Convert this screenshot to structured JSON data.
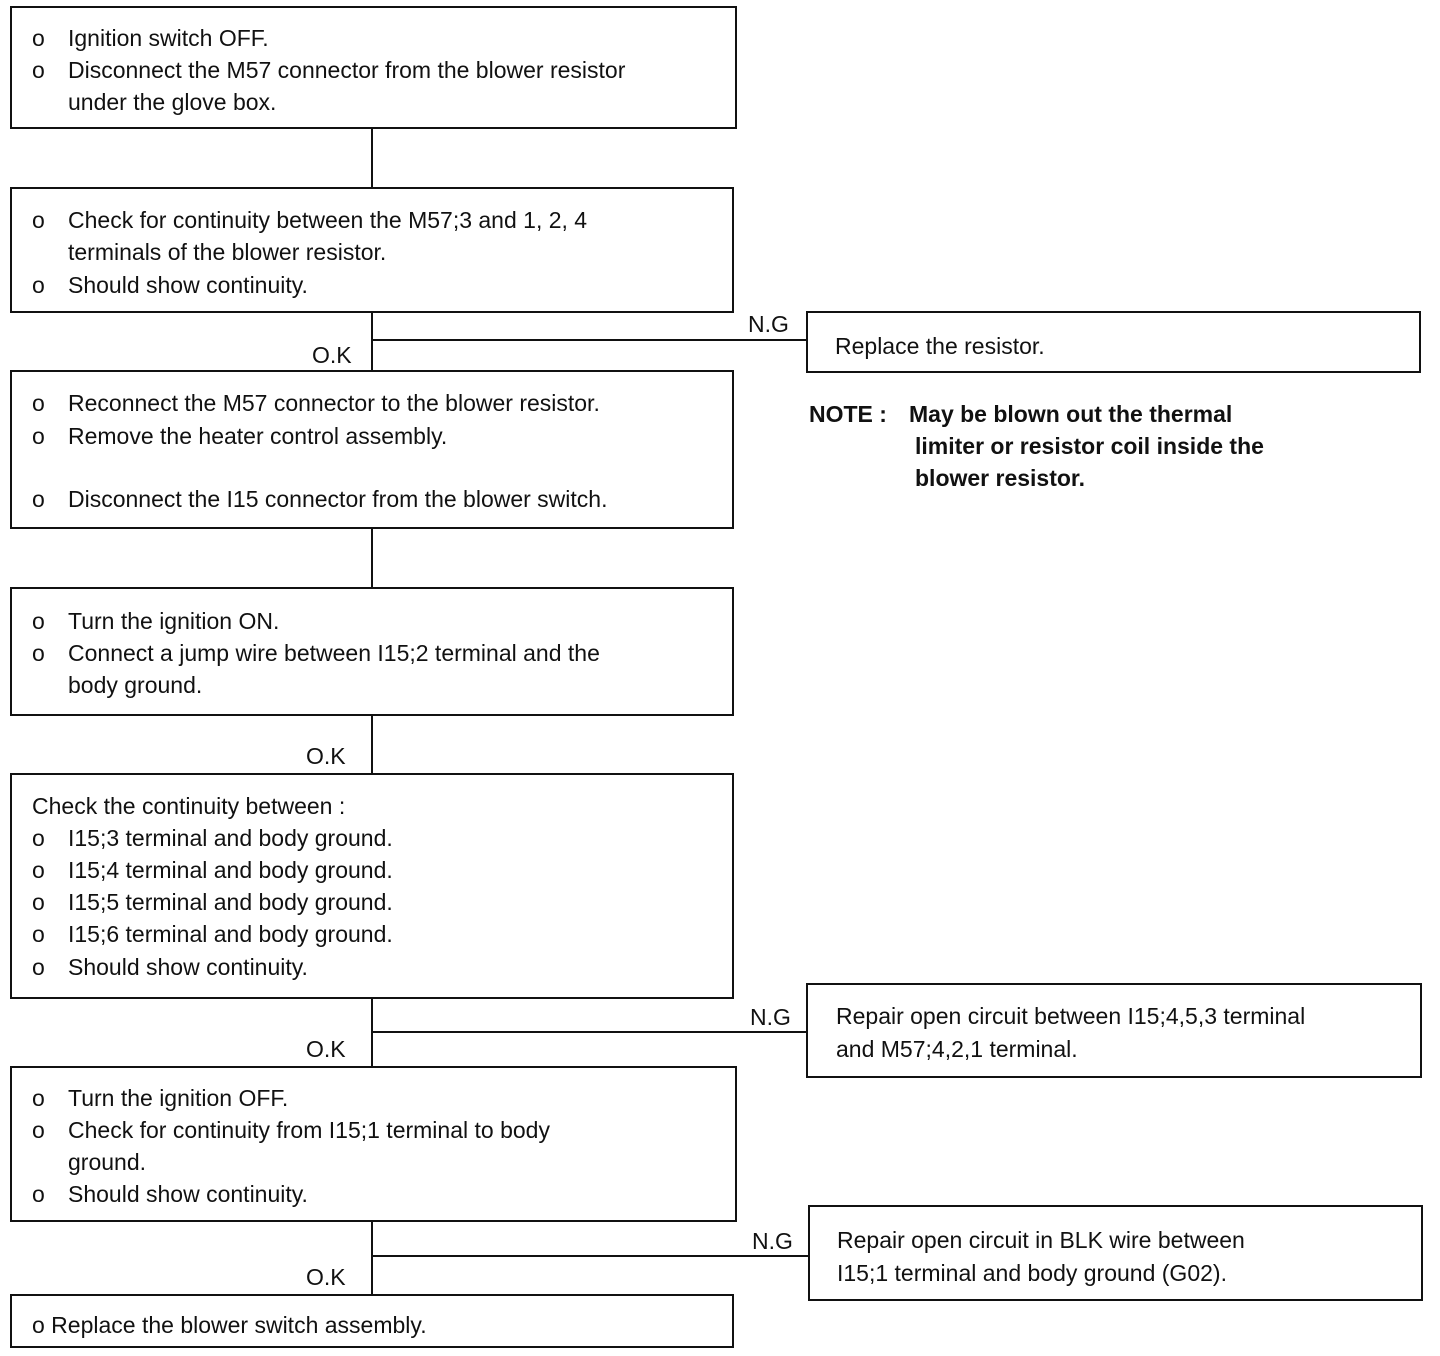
{
  "steps": [
    {
      "lines": [
        {
          "bullet": "o",
          "text": "Ignition switch OFF."
        },
        {
          "bullet": "o",
          "text": "Disconnect the M57 connector from the blower resistor"
        },
        {
          "bullet": "",
          "text": "under the glove box."
        }
      ]
    },
    {
      "lines": [
        {
          "bullet": "o",
          "text": "Check for continuity between the M57;3 and 1, 2, 4"
        },
        {
          "bullet": "",
          "text": "terminals of the blower resistor."
        },
        {
          "bullet": "o",
          "text": "Should show continuity."
        }
      ]
    },
    {
      "lines": [
        {
          "bullet": "o",
          "text": "Reconnect the M57 connector to the blower resistor."
        },
        {
          "bullet": "o",
          "text": "Remove the heater control assembly."
        },
        {
          "bullet": "o",
          "text": "Disconnect the I15 connector from the blower switch."
        }
      ]
    },
    {
      "lines": [
        {
          "bullet": "o",
          "text": "Turn the ignition ON."
        },
        {
          "bullet": "o",
          "text": "Connect a jump wire between I15;2 terminal and the"
        },
        {
          "bullet": "",
          "text": "body ground."
        }
      ]
    },
    {
      "heading": "Check the continuity between :",
      "lines": [
        {
          "bullet": "o",
          "text": "I15;3 terminal and body ground."
        },
        {
          "bullet": "o",
          "text": "I15;4 terminal and body ground."
        },
        {
          "bullet": "o",
          "text": "I15;5 terminal and body ground."
        },
        {
          "bullet": "o",
          "text": "I15;6 terminal and body ground."
        },
        {
          "bullet": "o",
          "text": "Should show continuity."
        }
      ]
    },
    {
      "lines": [
        {
          "bullet": "o",
          "text": "Turn the ignition OFF."
        },
        {
          "bullet": "o",
          "text": "Check for continuity from I15;1 terminal to body"
        },
        {
          "bullet": "",
          "text": "ground."
        },
        {
          "bullet": "o",
          "text": "Should show continuity."
        }
      ]
    },
    {
      "lines": [
        {
          "bullet": "",
          "text": "o Replace the blower switch assembly."
        }
      ]
    }
  ],
  "fail_boxes": [
    {
      "lines": [
        "Replace the resistor."
      ]
    },
    {
      "lines": [
        "Repair open circuit between I15;4,5,3 terminal",
        "and M57;4,2,1 terminal."
      ]
    },
    {
      "lines": [
        "Repair open circuit in BLK wire between",
        "I15;1 terminal and body ground (G02)."
      ]
    }
  ],
  "labels": {
    "ok": "O.K",
    "ng": "N.G"
  },
  "note": {
    "prefix": "NOTE :",
    "lines": [
      "May be blown out the thermal",
      "limiter or resistor coil inside the",
      "blower resistor."
    ]
  }
}
